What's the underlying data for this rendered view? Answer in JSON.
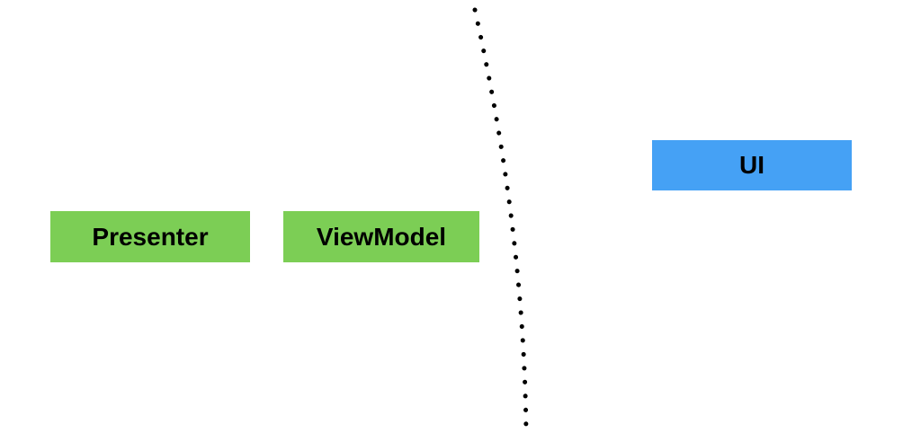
{
  "diagram": {
    "nodes": [
      {
        "label": "Presenter",
        "fill": "#7CCE55",
        "text_color": "#000000"
      },
      {
        "label": "ViewModel",
        "fill": "#7CCE55",
        "text_color": "#000000"
      },
      {
        "label": "UI",
        "fill": "#45A1F5",
        "text_color": "#000000"
      }
    ],
    "boundary": {
      "style": "dotted",
      "color": "#000000"
    }
  }
}
